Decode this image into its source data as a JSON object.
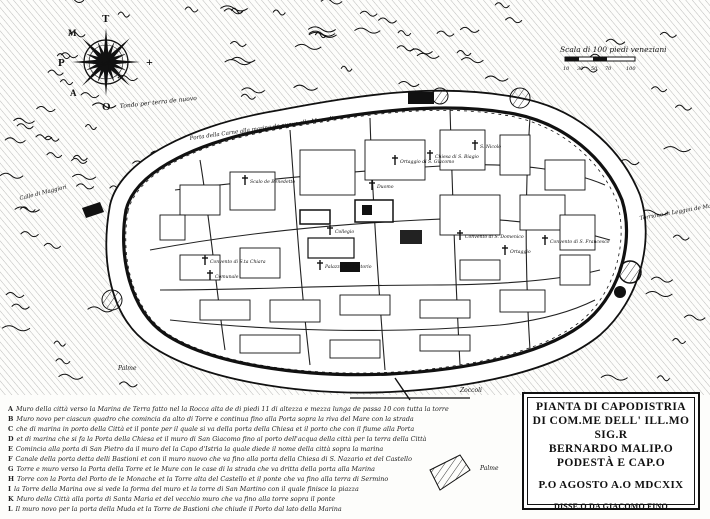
{
  "compass": {
    "north": "T",
    "east": "+",
    "south": "O",
    "west": "P",
    "extra": [
      "M",
      "A"
    ]
  },
  "scale": {
    "label": "Scala di 100 piedi veneziani",
    "ticks": [
      "10",
      "30",
      "50",
      "70",
      "100"
    ]
  },
  "map_labels": {
    "top_left": "Tondo per terra de nuovo",
    "top_mid": "Porta della Carne alla marina de nuova alle Muraglie",
    "left_gate": "Calle di Maggiori",
    "right_fort": "Torrione di Leggini de Marina",
    "bottom_left": "Palme",
    "bottom_road": "Zoccoli",
    "bottom_right": "Palme",
    "churches": [
      "Scalo de Benedetto",
      "Convento di S.ta Chiara",
      "Ortaggio di S. Giacomo",
      "Chiesa di S. Biagio",
      "S. Nicolò",
      "Convento di S. Francesco",
      "Collegio",
      "Duomo",
      "Convento di S. Domenico",
      "Palazzo del Pretorio",
      "Comunale",
      "Ortaggio"
    ]
  },
  "cartouche": {
    "line1": "PIANTA DI CAPODISTRIA",
    "line2": "DI COM.ME DELL' ILL.MO SIG.R",
    "line3": "BERNARDO MALIP.O",
    "line4": "PODESTÀ E CAP.O",
    "date": "P.O AGOSTO A.O MDCXIX",
    "signed": "DISSE.O DA GIACOMO FINO"
  },
  "legend": [
    {
      "mark": "A",
      "text": "Muro della città verso la Marina de Terra fatto nel la Rocca alta de di piedi 11 di altezza e mezza lunga de passa 10 con tutta la torre"
    },
    {
      "mark": "B",
      "text": "Muro novo per ciascun quadro che comincia da alto di Torre e continua fino alla Porta sopra la riva del Mare con la strada"
    },
    {
      "mark": "C",
      "text": "che di marina in porto della Città et il ponte per il quale si va della porta della Chiesa et il porto che con il fiume alla Porta"
    },
    {
      "mark": "D",
      "text": "et di marina che si fa la Porta della Chiesa et il muro di San Giacomo fino al porto dell'acqua della città per la terra della Città"
    },
    {
      "mark": "E",
      "text": "Comincia alla porta di San Pietro da il muro del la Capo d'Istria la quale diede il nome della città sopra la marina"
    },
    {
      "mark": "F",
      "text": "Canale della porta detta delli Bastioni et con il muro nuovo che va fino alla porta della Chiesa di S. Nazario et del Castello"
    },
    {
      "mark": "G",
      "text": "Torre e muro verso la Porta della Torre et le Mure con le case di la strada che va dritta della porta alla Marina"
    },
    {
      "mark": "H",
      "text": "Torre con la Porta del Porto de le Monache et la Torre alta del Castello et il ponte che va fino alla terra di Sermino"
    },
    {
      "mark": "I",
      "text": "la Torre della Marina ove si vede la forma del muro et la torre di San Martino con il quale finisce la piazza"
    },
    {
      "mark": "K",
      "text": "Muro della Città alla porta di Santa Maria et del vecchio muro che va fino alla torre sopra il ponte"
    },
    {
      "mark": "L",
      "text": "Il muro novo per la porta della Muda et la Torre de Bastioni che chiude il Porto dal lato della Marina"
    }
  ]
}
